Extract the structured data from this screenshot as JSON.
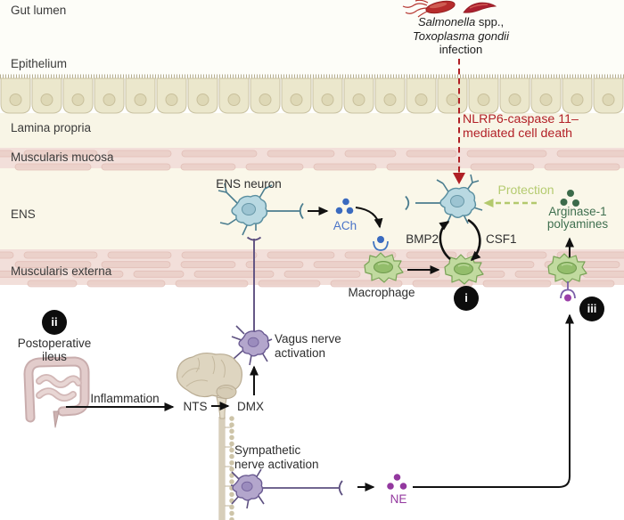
{
  "layers": {
    "gut_lumen": "Gut lumen",
    "epithelium": "Epithelium",
    "lamina_propria": "Lamina propria",
    "muscularis_mucosa": "Muscularis mucosa",
    "ens": "ENS",
    "muscularis_externa": "Muscularis externa"
  },
  "infection": {
    "species1_italic": "Salmonella",
    "species1_rest": " spp.,",
    "species2_italic": "Toxoplasma gondii",
    "line3": "infection"
  },
  "cell_death": {
    "line1": "NLRP6-caspase 11–",
    "line2": "mediated cell death"
  },
  "ens_pathway": {
    "neuron_label": "ENS neuron",
    "ach": "ACh",
    "macrophage": "Macrophage",
    "bmp2": "BMP2",
    "csf1": "CSF1",
    "badge_i": "i"
  },
  "protection": {
    "label": "Protection",
    "arginase_line1": "Arginase-1",
    "arginase_line2": "polyamines",
    "badge_iii": "iii"
  },
  "ileus": {
    "badge_ii": "ii",
    "line1": "Postoperative",
    "line2": "ileus",
    "inflammation": "Inflammation"
  },
  "brainstem": {
    "nts": "NTS",
    "dmx": "DMX",
    "vagus_line1": "Vagus nerve",
    "vagus_line2": "activation",
    "symp_line1": "Sympathetic",
    "symp_line2": "nerve activation",
    "ne": "NE"
  },
  "colors": {
    "pathogen_red": "#b62c2c",
    "cell_death_red": "#b22027",
    "ach_blue": "#3a6abf",
    "ne_purple": "#93389f",
    "protection_green": "#b5cb70",
    "arginase_green": "#3c6b4a",
    "neuron_blue": "#b9d9e2",
    "neuron_purple": "#b3a6cc",
    "macrophage_green": "#c1da9f",
    "muscle_pink": "#f2dfda",
    "ens_cream": "#faf7e9"
  }
}
